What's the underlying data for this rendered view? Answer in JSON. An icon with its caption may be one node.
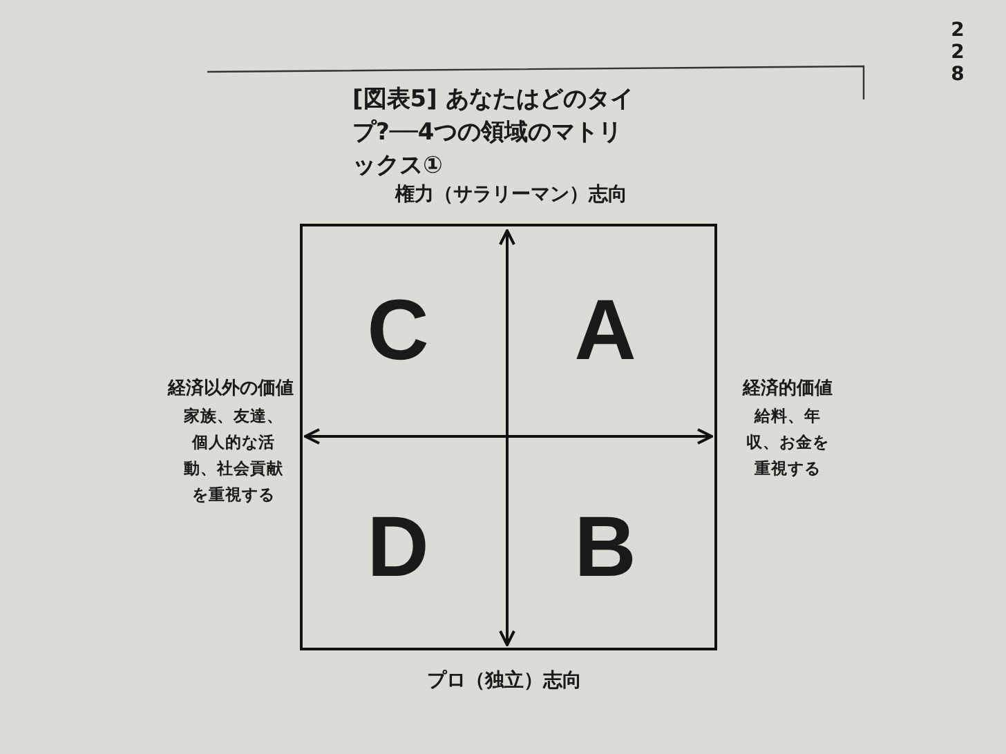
{
  "diagram": {
    "title": "[図表5] あなたはどのタイプ?──4つの領域のマトリックス①",
    "labels": [
      "228",
      "権力（サラリーマン）志向",
      "C",
      "A",
      "経済以外の価値",
      "家族、友達、個人的な活動、社会貢献を重視する",
      "経済的価値",
      "給料、年収、お金を重視する",
      "D",
      "B",
      "プロ（独立）志向"
    ]
  }
}
